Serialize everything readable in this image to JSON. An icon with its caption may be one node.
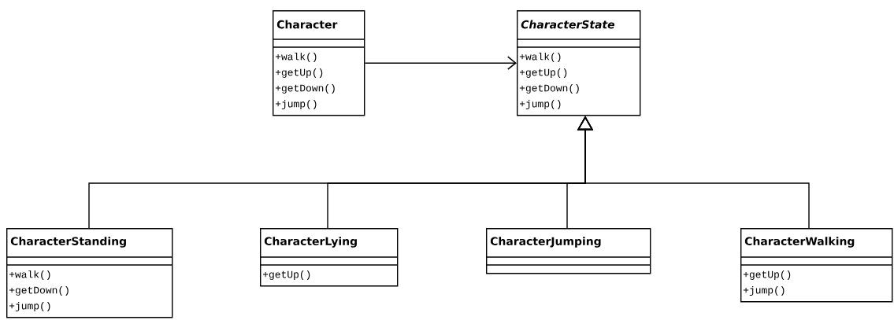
{
  "diagram": {
    "nodes": [
      {
        "text": [
          "Character",
          "+walk()",
          "+getUp()",
          "+getDown()",
          "+jump()"
        ]
      },
      {
        "text": [
          "CharacterState",
          "+walk()",
          "+getUp()",
          "+getDown()",
          "+jump()"
        ]
      },
      {
        "text": [
          "CharacterStanding",
          "+walk()",
          "+getDown()",
          "+jump()"
        ]
      },
      {
        "text": [
          "CharacterLying",
          "+getUp()"
        ]
      },
      {
        "text": [
          "CharacterJumping"
        ]
      },
      {
        "text": [
          "CharacterWalking",
          "+getUp()",
          "+jump()"
        ]
      }
    ],
    "edges": [
      {
        "from": 0,
        "to": 1,
        "arrow": "to"
      },
      {
        "from": 2,
        "to": 1,
        "arrow": "to"
      },
      {
        "from": 3,
        "to": 1,
        "arrow": "to"
      },
      {
        "from": 4,
        "to": 1,
        "arrow": "to"
      },
      {
        "from": 5,
        "to": 1,
        "arrow": "to"
      }
    ]
  }
}
